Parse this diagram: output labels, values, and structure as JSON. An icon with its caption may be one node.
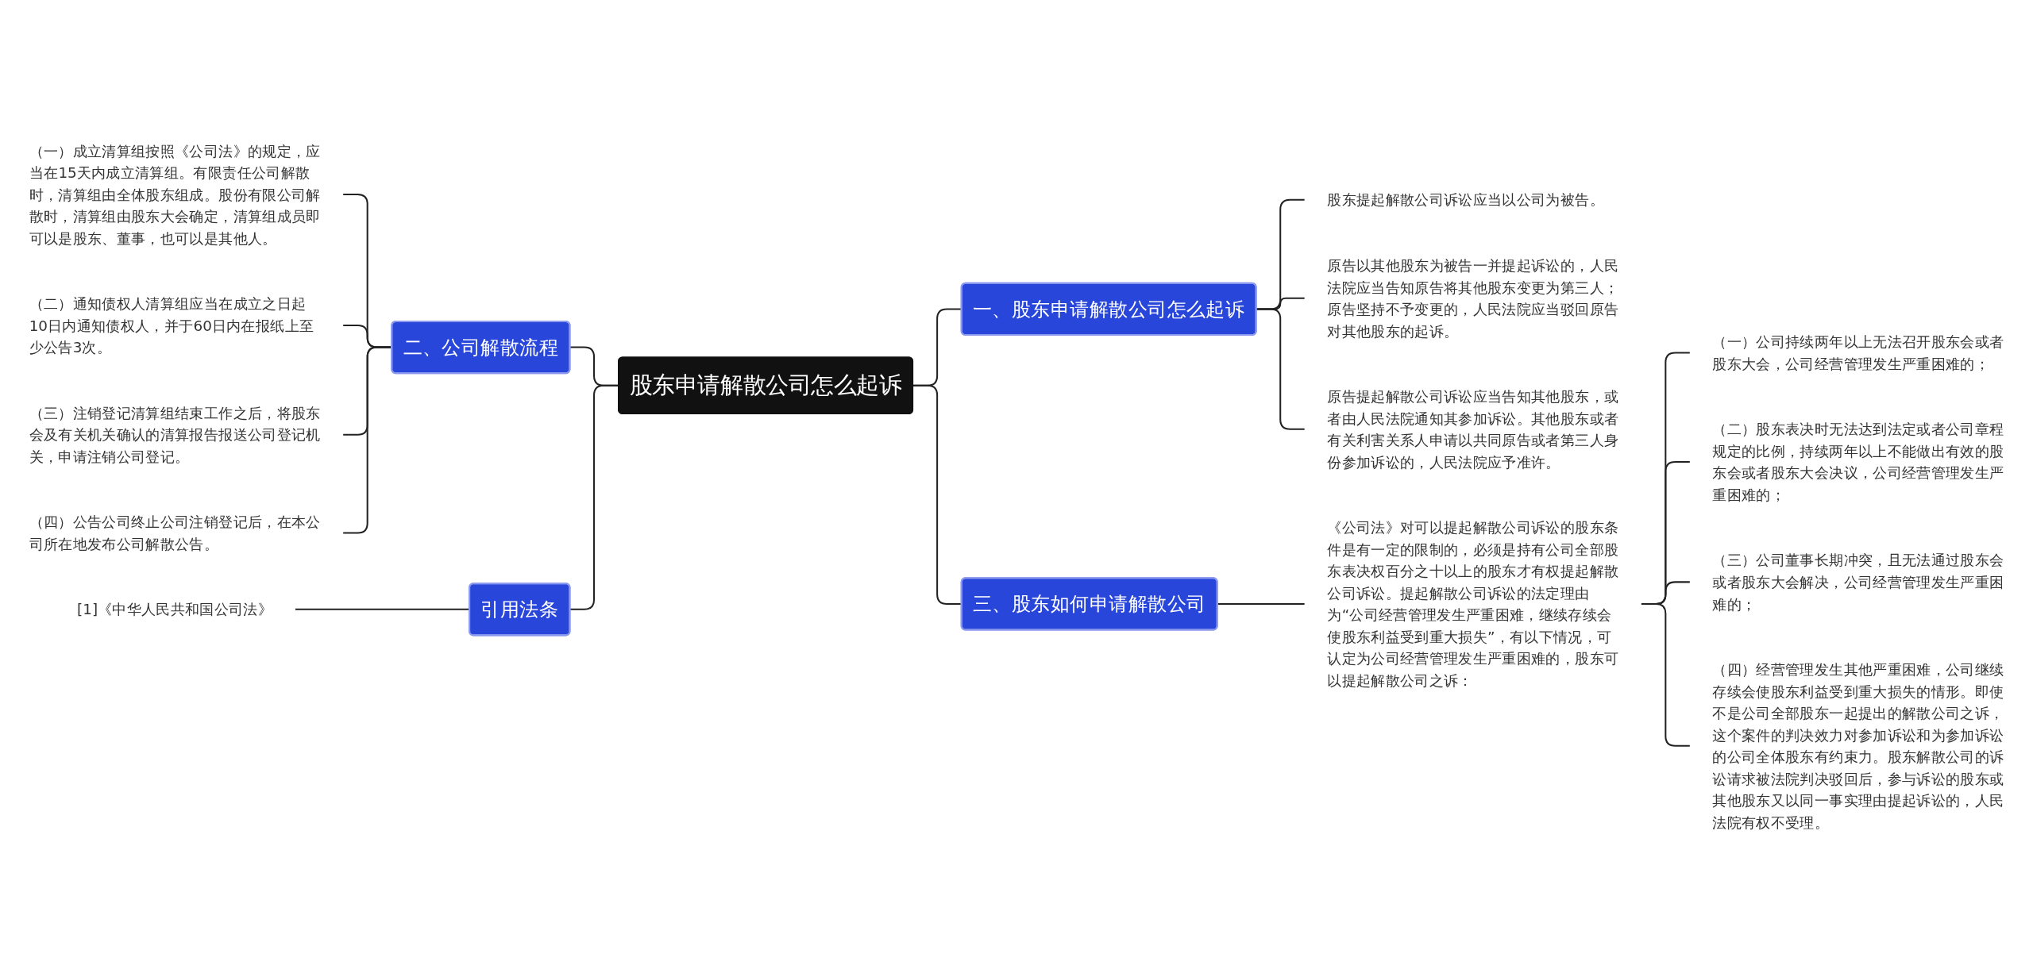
{
  "diagram": {
    "nodes": [
      {
        "text": [
          "股东申请解散公司怎么起诉"
        ]
      },
      {
        "text": [
          "一、股东申请解散公司怎么起诉"
        ]
      },
      {
        "text": [
          "股东提起解散公司诉讼应当以公司为被告。"
        ]
      },
      {
        "text": [
          "原告以其他股东为被告一并提起诉讼的，人民法院应当告知原告将其他股东变更为第三人；原告坚持不予变更的，人民法院应当驳回原告对其他股东的起诉。"
        ]
      },
      {
        "text": [
          "原告提起解散公司诉讼应当告知其他股东，或者由人民法院通知其参加诉讼。其他股东或者有关利害关系人申请以共同原告或者第三人身份参加诉讼的，人民法院应予准许。"
        ]
      },
      {
        "text": [
          "二、公司解散流程"
        ]
      },
      {
        "text": [
          "（一）成立清算组按照《公司法》的规定，应当在15天内成立清算组。有限责任公司解散时，清算组由全体股东组成。股份有限公司解散时，清算组由股东大会确定，清算组成员即可以是股东、董事，也可以是其他人。"
        ]
      },
      {
        "text": [
          "（二）通知债权人清算组应当在成立之日起10日内通知债权人，并于60日内在报纸上至少公告3次。"
        ]
      },
      {
        "text": [
          "（三）注销登记清算组结束工作之后，将股东会及有关机关确认的清算报告报送公司登记机关，申请注销公司登记。"
        ]
      },
      {
        "text": [
          "（四）公告公司终止公司注销登记后，在本公司所在地发布公司解散公告。"
        ]
      },
      {
        "text": [
          "三、股东如何申请解散公司"
        ]
      },
      {
        "text": [
          "《公司法》对可以提起解散公司诉讼的股东条件是有一定的限制的，必须是持有公司全部股东表决权百分之十以上的股东才有权提起解散公司诉讼。提起解散公司诉讼的法定理由为“公司经营管理发生严重困难，继续存续会使股东利益受到重大损失”，有以下情况，可认定为公司经营管理发生严重困难的，股东可以提起解散公司之诉："
        ]
      },
      {
        "text": [
          "（一）公司持续两年以上无法召开股东会或者股东大会，公司经营管理发生严重困难的；"
        ]
      },
      {
        "text": [
          "（二）股东表决时无法达到法定或者公司章程规定的比例，持续两年以上不能做出有效的股东会或者股东大会决议，公司经营管理发生严重困难的；"
        ]
      },
      {
        "text": [
          "（三）公司董事长期冲突，且无法通过股东会或者股东大会解决，公司经营管理发生严重困难的；"
        ]
      },
      {
        "text": [
          "（四）经营管理发生其他严重困难，公司继续存续会使股东利益受到重大损失的情形。即使不是公司全部股东一起提出的解散公司之诉，这个案件的判决效力对参加诉讼和为参加诉讼的公司全体股东有约束力。股东解散公司的诉讼请求被法院判决驳回后，参与诉讼的股东或其他股东又以同一事实理由提起诉讼的，人民法院有权不受理。"
        ]
      },
      {
        "text": [
          "引用法条"
        ]
      },
      {
        "text": [
          "[1]《中华人民共和国公司法》"
        ]
      }
    ],
    "edges": [
      {
        "from": 0,
        "to": 1,
        "arrow": "none"
      },
      {
        "from": 1,
        "to": 2,
        "arrow": "none"
      },
      {
        "from": 1,
        "to": 3,
        "arrow": "none"
      },
      {
        "from": 1,
        "to": 4,
        "arrow": "none"
      },
      {
        "from": 6,
        "to": 5,
        "arrow": "none"
      },
      {
        "from": 7,
        "to": 5,
        "arrow": "none"
      },
      {
        "from": 8,
        "to": 5,
        "arrow": "none"
      },
      {
        "from": 9,
        "to": 5,
        "arrow": "none"
      },
      {
        "from": 5,
        "to": 0,
        "arrow": "none"
      },
      {
        "from": 0,
        "to": 10,
        "arrow": "none"
      },
      {
        "from": 10,
        "to": 11,
        "arrow": "none"
      },
      {
        "from": 11,
        "to": 12,
        "arrow": "none"
      },
      {
        "from": 11,
        "to": 13,
        "arrow": "none"
      },
      {
        "from": 11,
        "to": 14,
        "arrow": "none"
      },
      {
        "from": 11,
        "to": 15,
        "arrow": "none"
      },
      {
        "from": 17,
        "to": 16,
        "arrow": "none"
      },
      {
        "from": 16,
        "to": 0,
        "arrow": "none"
      }
    ]
  }
}
